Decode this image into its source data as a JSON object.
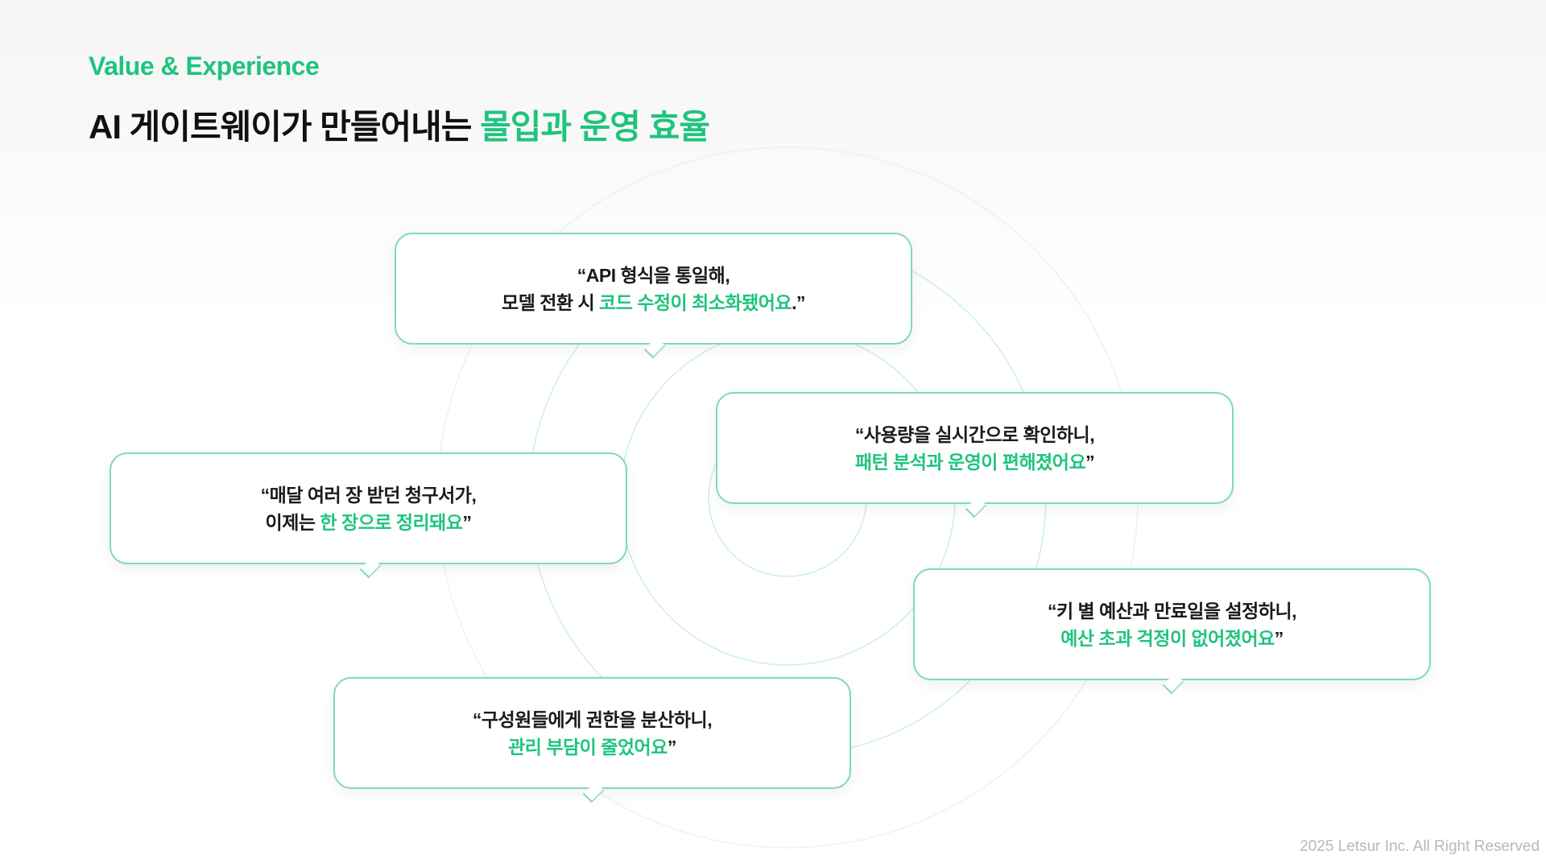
{
  "header": {
    "eyebrow": "Value & Experience",
    "title_prefix": "AI 게이트웨이가 만들어내는 ",
    "title_highlight": "몰입과 운영 효율"
  },
  "quotes": [
    {
      "line1": "“API 형식을 통일해,",
      "line2_plain": "모델 전환 시 ",
      "line2_highlight": "코드 수정이 최소화됐어요",
      "line2_end": ".”"
    },
    {
      "line1": "“사용량을 실시간으로 확인하니,",
      "line2_plain": "",
      "line2_highlight": "패턴 분석과 운영이 편해졌어요",
      "line2_end": "”"
    },
    {
      "line1": "“매달 여러 장 받던 청구서가,",
      "line2_plain": "이제는 ",
      "line2_highlight": "한 장으로 정리돼요",
      "line2_end": "”"
    },
    {
      "line1": "“키 별 예산과 만료일을 설정하니,",
      "line2_plain": "",
      "line2_highlight": "예산 초과 걱정이 없어졌어요",
      "line2_end": "”"
    },
    {
      "line1": "“구성원들에게 권한을 분산하니,",
      "line2_plain": "",
      "line2_highlight": "관리 부담이 줄었어요",
      "line2_end": "”"
    }
  ],
  "footer": "2025 Letsur Inc. All Right Reserved",
  "colors": {
    "accent": "#1fc47d",
    "border": "#7fdcae"
  }
}
